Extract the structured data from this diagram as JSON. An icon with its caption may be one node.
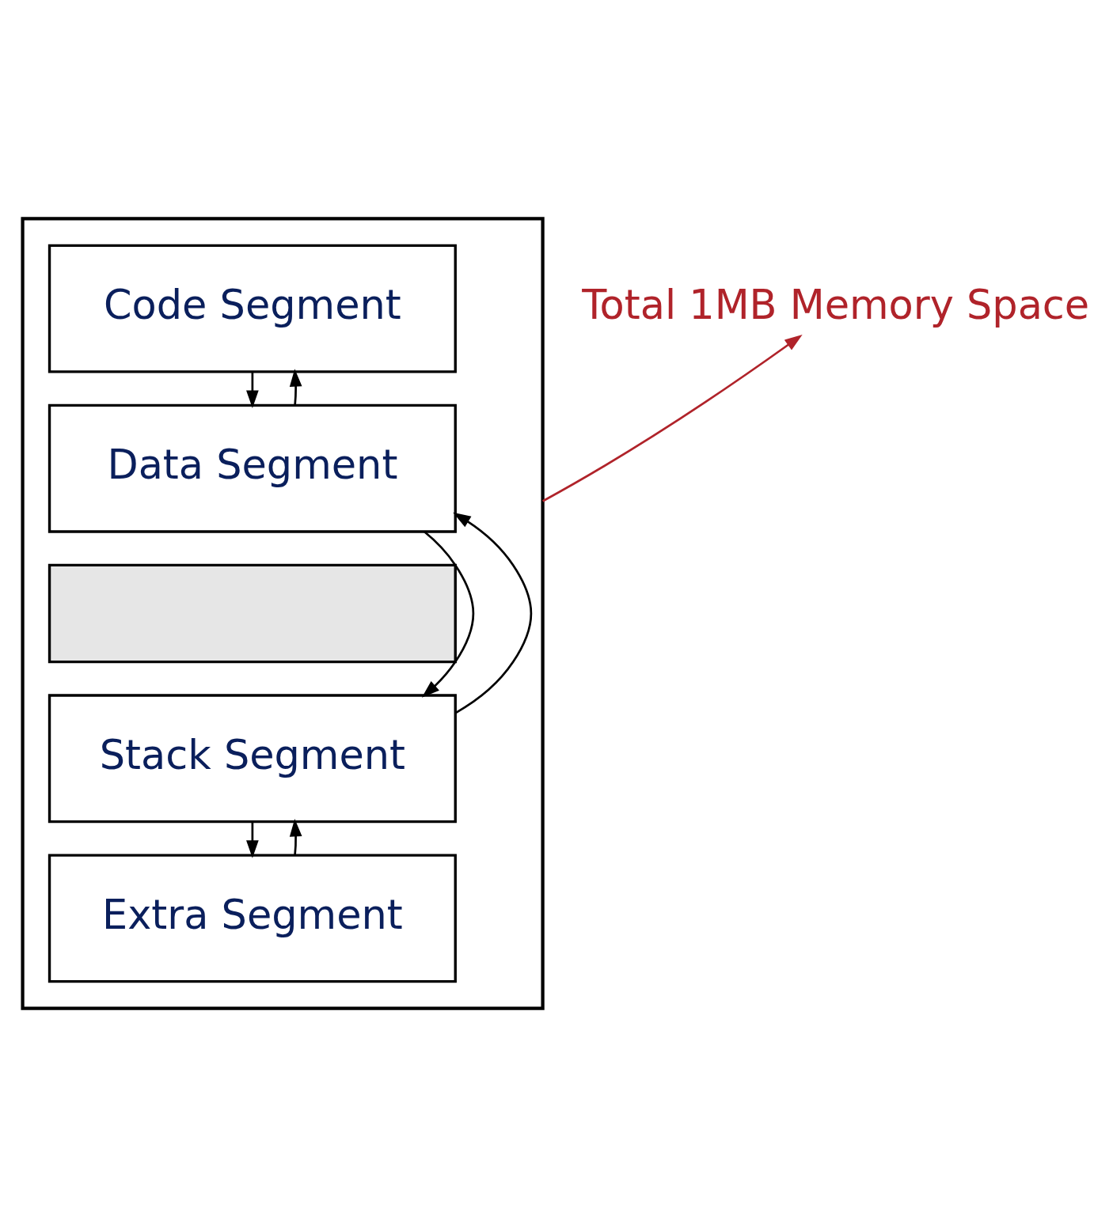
{
  "diagram": {
    "nodes": [
      {
        "text": [],
        "shape": "box"
      },
      {
        "text": [
          "Code Segment"
        ],
        "in": 0
      },
      {
        "text": [
          "Data Segment"
        ],
        "in": 0
      },
      {
        "text": [],
        "shape": "box",
        "in": 0
      },
      {
        "text": [
          "Stack Segment"
        ],
        "in": 0
      },
      {
        "text": [
          "Extra Segment"
        ],
        "in": 0
      },
      {
        "text": [
          "Total 1MB Memory Space"
        ]
      }
    ],
    "edges": [
      {
        "from": 1,
        "to": 2,
        "arrow": "to"
      },
      {
        "from": 2,
        "to": 1,
        "arrow": "to"
      },
      {
        "from": 2,
        "to": 4,
        "arrow": "to"
      },
      {
        "from": 4,
        "to": 2,
        "arrow": "to"
      },
      {
        "from": 4,
        "to": 5,
        "arrow": "to"
      },
      {
        "from": 5,
        "to": 4,
        "arrow": "to"
      },
      {
        "from": 0,
        "to": 6,
        "arrow": "to",
        "color": "#b0232a"
      }
    ]
  }
}
